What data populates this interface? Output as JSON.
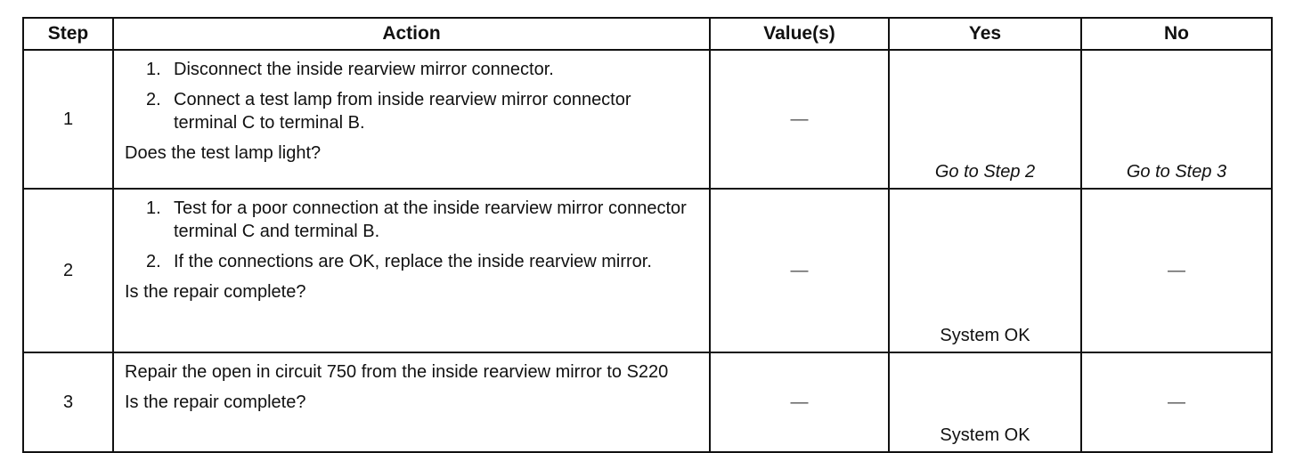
{
  "table": {
    "headers": {
      "step": "Step",
      "action": "Action",
      "values": "Value(s)",
      "yes": "Yes",
      "no": "No"
    },
    "rows": [
      {
        "step": "1",
        "items": [
          {
            "num": "1.",
            "text": "Disconnect the inside rearview mirror connector."
          },
          {
            "num": "2.",
            "text": "Connect a test lamp from inside rearview mirror connector terminal C to terminal B."
          }
        ],
        "question": "Does the test lamp light?",
        "value": "—",
        "yes": "Go to Step 2",
        "no": "Go to Step 3"
      },
      {
        "step": "2",
        "items": [
          {
            "num": "1.",
            "text": "Test for a poor connection at the inside rearview mirror connector terminal C and terminal B."
          },
          {
            "num": "2.",
            "text": "If the connections are OK, replace the inside rearview mirror."
          }
        ],
        "question": "Is the repair complete?",
        "value": "—",
        "yes": "System OK",
        "no": "—"
      },
      {
        "step": "3",
        "text": "Repair the open in circuit 750 from the inside rearview mirror to S220",
        "question": "Is the repair complete?",
        "value": "—",
        "yes": "System OK",
        "no": "—"
      }
    ]
  }
}
